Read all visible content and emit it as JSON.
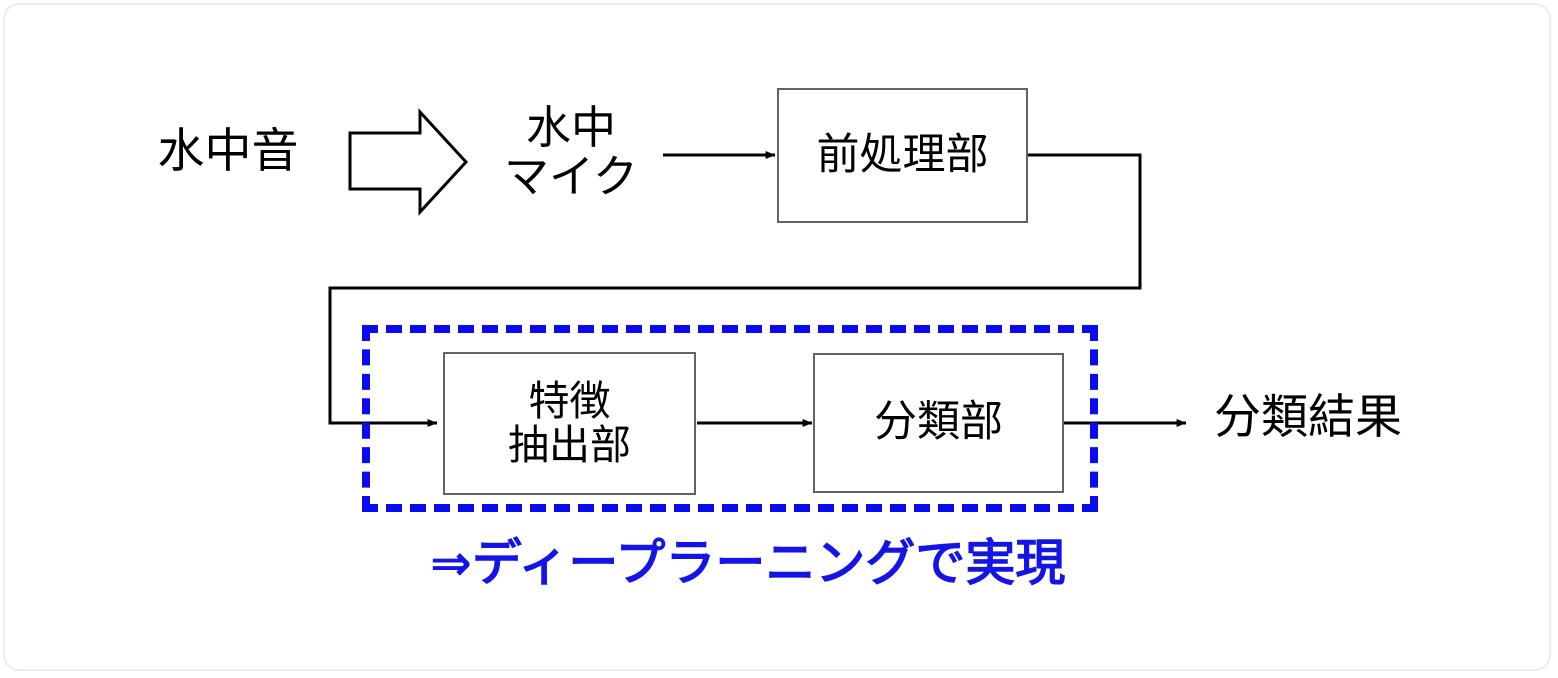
{
  "diagram": {
    "title_text_blocks": {
      "source": "水中音",
      "sensor_line1": "水中",
      "sensor_line2": "マイク",
      "output": "分類結果"
    },
    "nodes": [
      {
        "id": "preprocess",
        "label": "前処理部",
        "lines": [
          "前処理部"
        ]
      },
      {
        "id": "feature-extraction",
        "label": "特徴抽出部",
        "lines": [
          "特徴",
          "抽出部"
        ]
      },
      {
        "id": "classifier",
        "label": "分類部",
        "lines": [
          "分類部"
        ]
      }
    ],
    "group": {
      "id": "deep-learning-group",
      "caption": "⇒ディープラーニングで実現",
      "members": [
        "特徴抽出部",
        "分類部"
      ]
    },
    "colors": {
      "accent_blue": "#0a0af0",
      "caption_blue": "#1414e6",
      "box_stroke": "#636363",
      "connector": "#000000",
      "background": "#ffffff",
      "frame": "#ededed"
    },
    "icons": {
      "block_arrow": "block-arrow-right-icon",
      "connector_arrow": "arrow-right-icon"
    }
  }
}
